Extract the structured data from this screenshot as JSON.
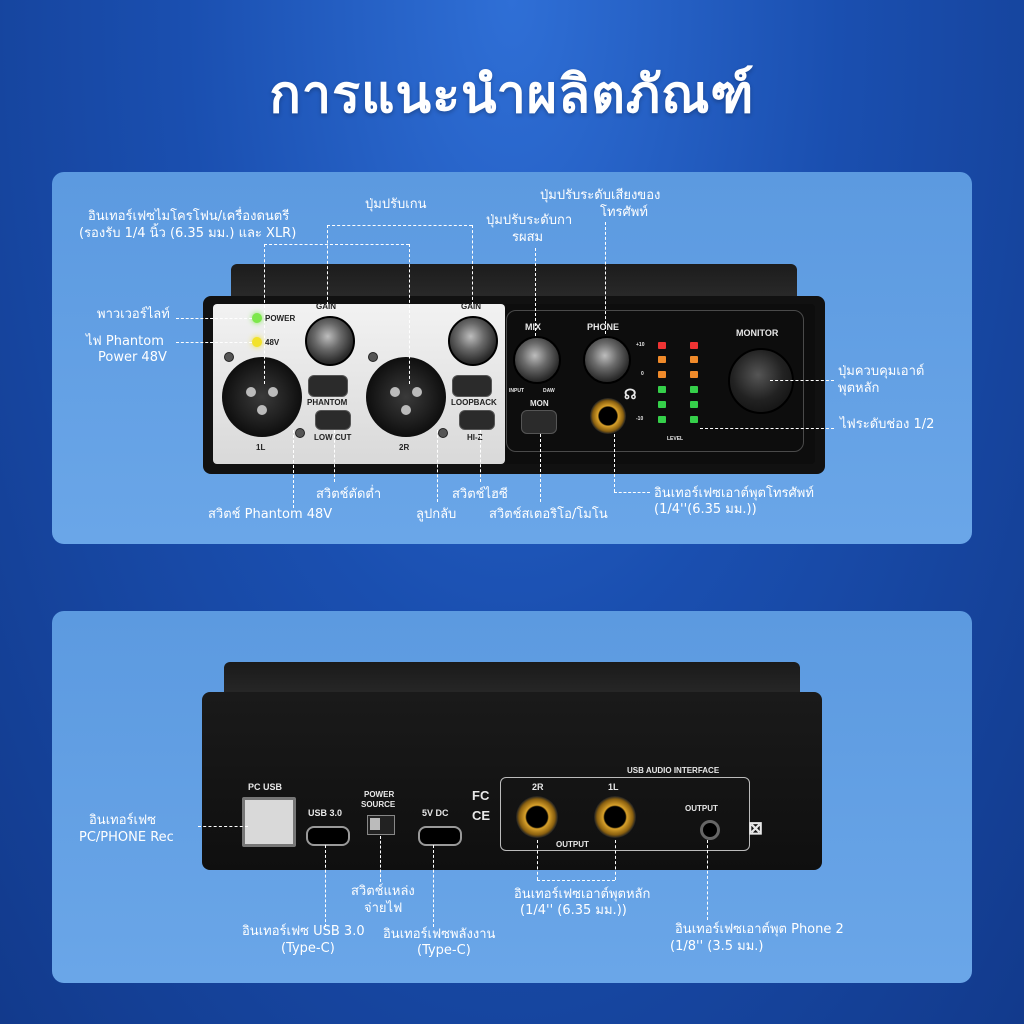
{
  "title": "การแนะนำผลิตภัณฑ์",
  "front": {
    "labels": {
      "mic_input": "อินเทอร์เฟซไมโครโฟน/เครื่องดนตรี",
      "mic_input_2": "(รองรับ 1/4 นิ้ว (6.35 มม.) และ XLR)",
      "gain_knob": "ปุ่มปรับเกน",
      "mix_knob": "ปุ่มปรับระดับกา",
      "mix_knob_2": "รผสม",
      "phone_knob": "ปุ่มปรับระดับเสียงของ",
      "phone_knob_2": "โทรศัพท์",
      "power_light": "พาวเวอร์ไลท์",
      "phantom_light": "ไฟ Phantom",
      "phantom_light_2": "Power 48V",
      "monitor_knob": "ปุ่มควบคุมเอาต์",
      "monitor_knob_2": "พุตหลัก",
      "channel_level": "ไฟระดับช่อง 1/2",
      "low_cut": "สวิตช์ตัดต่ำ",
      "phantom_switch": "สวิตช์ Phantom 48V",
      "hiz": "สวิตช์ไฮซี",
      "loopback": "ลูปกลับ",
      "mon": "สวิตช์สเตอริโอ/โมโน",
      "phone_out": "อินเทอร์เฟซเอาต์พุตโทรศัพท์",
      "phone_out_2": "(1/4''(6.35 มม.))"
    },
    "device": {
      "power": "POWER",
      "v48": "48V",
      "gain1": "GAIN",
      "gain2": "GAIN",
      "phantom": "PHANTOM",
      "low_cut": "LOW CUT",
      "loopback": "LOOPBACK",
      "hiz": "HI-Z",
      "ch1": "1L",
      "ch2": "2R",
      "mix": "MIX",
      "input": "INPUT",
      "daw": "DAW",
      "phone": "PHONE",
      "mon": "MON",
      "monitor": "MONITOR",
      "level": "LEVEL",
      "m10": "+10",
      "m0": "0",
      "mneg10": "-10"
    }
  },
  "back": {
    "labels": {
      "pc_usb": "อินเทอร์เฟซ",
      "pc_usb_2": "PC/PHONE Rec",
      "power_switch": "สวิตช์แหล่ง",
      "power_switch_2": "จ่ายไฟ",
      "usb30": "อินเทอร์เฟซ USB 3.0",
      "usb30_2": "(Type-C)",
      "power_in": "อินเทอร์เฟซพลังงาน",
      "power_in_2": "(Type-C)",
      "main_out": "อินเทอร์เฟซเอาต์พุตหลัก",
      "main_out_2": "(1/4'' (6.35 มม.))",
      "phone2_out": "อินเทอร์เฟซเอาต์พุต Phone 2",
      "phone2_out_2": "(1/8''  (3.5 มม.)"
    },
    "device": {
      "pc_usb": "PC USB",
      "usb30": "USB 3.0",
      "power_source": "POWER",
      "power_source_2": "SOURCE",
      "dc5v": "5V DC",
      "fc": "FC",
      "ce": "CE",
      "usb_audio": "USB AUDIO INTERFACE",
      "r2": "2R",
      "l1": "1L",
      "output": "OUTPUT",
      "output2": "OUTPUT"
    }
  },
  "colors": {
    "bg": "#1a4fb0",
    "panel": "#6aa6e8",
    "led_green": "#7de84a",
    "led_yellow": "#f2e22a",
    "jack_gold": "#d9a12a"
  }
}
